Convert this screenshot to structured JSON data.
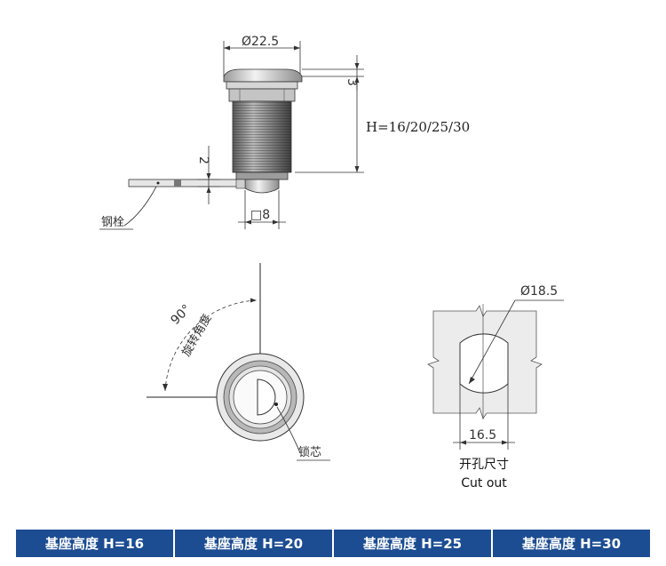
{
  "labels": {
    "diameter_top": "Ø22.5",
    "dim_3": "3",
    "height": "H=16/20/25/30",
    "dim_2": "2",
    "square_8": "□8",
    "steel_pin": "钢栓",
    "angle_90": "90°",
    "rotation_angle": "旋转角度",
    "lock_core": "锁芯",
    "diameter_cut": "Ø18.5",
    "width_cut": "16.5",
    "cutout_cn": "开孔尺寸",
    "cutout_en": "Cut out"
  },
  "tabs": [
    {
      "label": "基座高度 H=16"
    },
    {
      "label": "基座高度 H=20"
    },
    {
      "label": "基座高度 H=25"
    },
    {
      "label": "基座高度 H=30"
    }
  ],
  "colors": {
    "tab_bg": "#1c4d93",
    "tab_text": "#ffffff",
    "line": "#333333"
  }
}
